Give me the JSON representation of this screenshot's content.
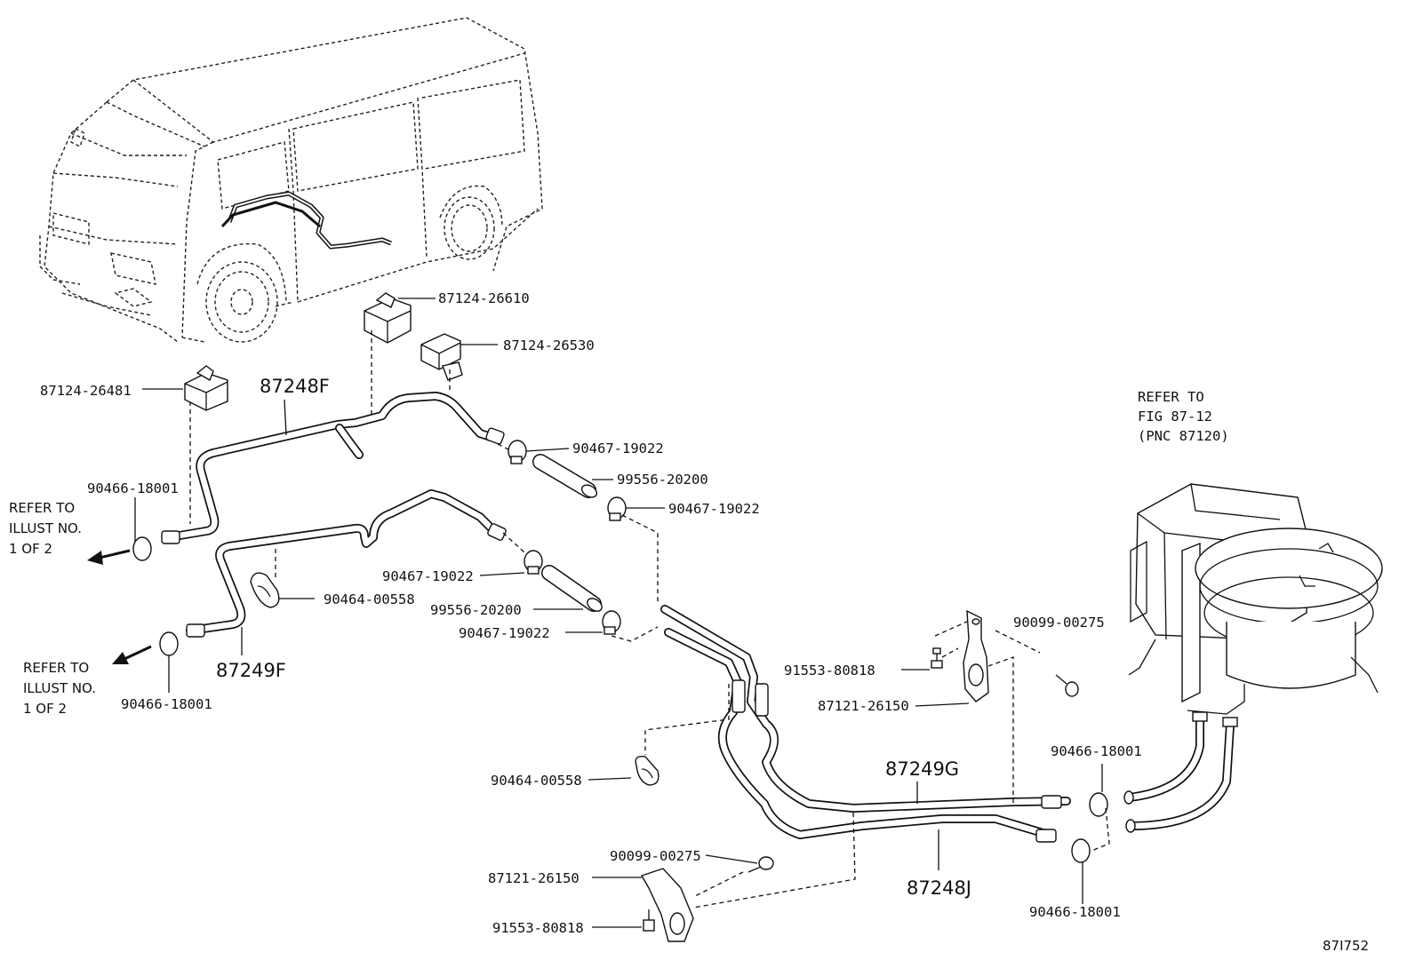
{
  "diagram": {
    "part_labels": {
      "p87124_26610": "87124-26610",
      "p87124_26530": "87124-26530",
      "p87124_26481": "87124-26481",
      "p87248F": "87248F",
      "p90467_19022_a": "90467-19022",
      "p99556_20200_a": "99556-20200",
      "p90467_19022_b": "90467-19022",
      "p90466_18001_a": "90466-18001",
      "p90467_19022_c": "90467-19022",
      "p90464_00558_a": "90464-00558",
      "p99556_20200_b": "99556-20200",
      "p90467_19022_d": "90467-19022",
      "p87249F": "87249F",
      "p90466_18001_b": "90466-18001",
      "p90099_00275_a": "90099-00275",
      "p91553_80818_a": "91553-80818",
      "p87121_26150_a": "87121-26150",
      "p90464_00558_b": "90464-00558",
      "p87249G": "87249G",
      "p90466_18001_c": "90466-18001",
      "p90099_00275_b": "90099-00275",
      "p87121_26150_b": "87121-26150",
      "p87248J": "87248J",
      "p90466_18001_d": "90466-18001",
      "p91553_80818_b": "91553-80818"
    },
    "refer_illust_top": [
      "REFER TO",
      "ILLUST NO.",
      "1 OF 2"
    ],
    "refer_illust_bottom": [
      "REFER TO",
      "ILLUST NO.",
      "1 OF 2"
    ],
    "refer_fig": [
      "REFER TO",
      "FIG 87-12",
      "(PNC 87120)"
    ],
    "figure_code": "87I752"
  }
}
